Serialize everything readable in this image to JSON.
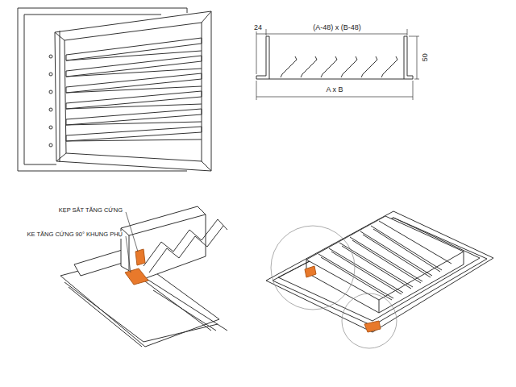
{
  "diagram": {
    "labels": [
      "24",
      "(A-48) x (B-48)",
      "50",
      "A x B",
      "KẸP SẮT TĂNG CỨNG",
      "KE TĂNG CỨNG 90° KHUNG PHỤ"
    ]
  }
}
